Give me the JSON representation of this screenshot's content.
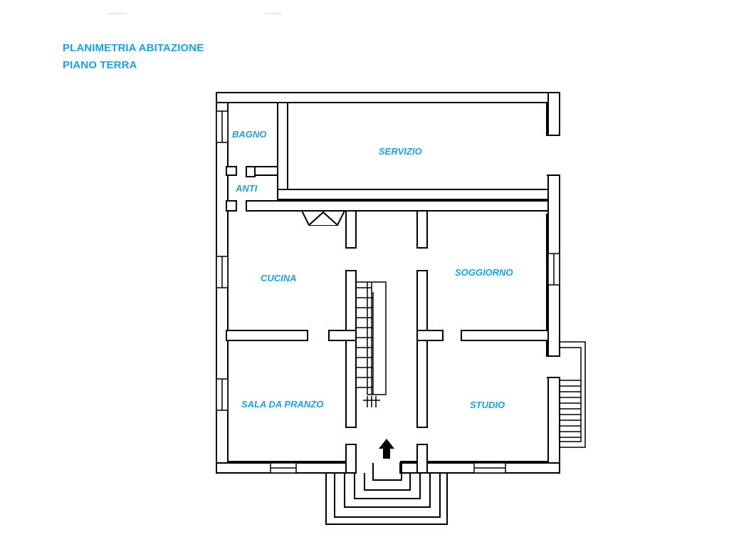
{
  "title": {
    "line1": "PLANIMETRIA ABITAZIONE",
    "line2": "PIANO TERRA"
  },
  "colors": {
    "label": "#1fa0df",
    "wall": "#000000",
    "background": "#ffffff"
  },
  "rooms": {
    "bagno": "BAGNO",
    "servizio": "SERVIZIO",
    "anti": "ANTI",
    "cucina": "CUCINA",
    "soggiorno": "SOGGIORNO",
    "sala_da_pranzo": "SALA DA PRANZO",
    "studio": "STUDIO"
  },
  "icons": {
    "entrance": "arrow-up-icon"
  }
}
